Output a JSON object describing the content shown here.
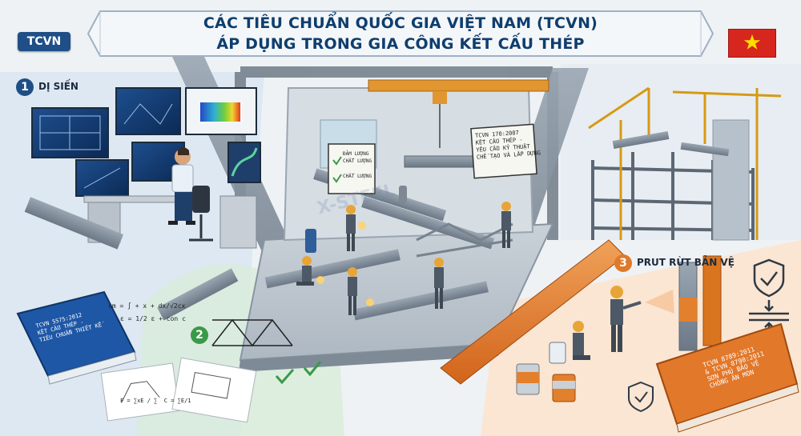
{
  "header": {
    "badge": "TCVN",
    "title_line1": "CÁC TIÊU CHUẨN QUỐC GIA VIỆT NAM (TCVN)",
    "title_line2": "ÁP DỤNG TRONG GIA CÔNG KẾT CẤU THÉP",
    "flag_icon": "vietnam-flag-icon"
  },
  "steps": [
    {
      "number": "1",
      "label": "DỊ SIẾN",
      "color": "#1f4f86"
    },
    {
      "number": "2",
      "label": "",
      "color": "#3a9a48"
    },
    {
      "number": "3",
      "label": "PRUT RỪT BẢN VỆ",
      "color": "#e0792a"
    }
  ],
  "design_area": {
    "book_text": "TCVN 5575:2012\nKẾT CẤU THÉP -\nTIÊU CHUẨN THIẾT KẾ",
    "formula1": "cm = ∫ + x + dx/√2cx",
    "formula2": "ε = 1/2 ε + con c",
    "sketch_formula": "F = ∑xE / ∑  C = ∑E/1"
  },
  "workshop": {
    "sign_text": "TCVN 170:2007\nKẾT CẤU THÉP -\nYÊU CẦU KỸ THUẬT\nCHẾ TẠO VÀ LẮP DỰNG",
    "checklist_item1": "ĐẢM LƯỢNG CHẤT LƯỢNG",
    "checklist_item2": "CHẤT LƯỢNG",
    "watermark": "X-STEEL"
  },
  "paint_area": {
    "book_text": "TCVN 8789:2011\n& TCVN 8790:2011\nSƠN PHỦ BẢO VỆ\nCHỐNG ĂN MÒN"
  },
  "colors": {
    "title": "#0f3e6e",
    "steel": "#7d8a98",
    "orange": "#e0792a",
    "green": "#3a9a48",
    "blue": "#1f4f86"
  }
}
